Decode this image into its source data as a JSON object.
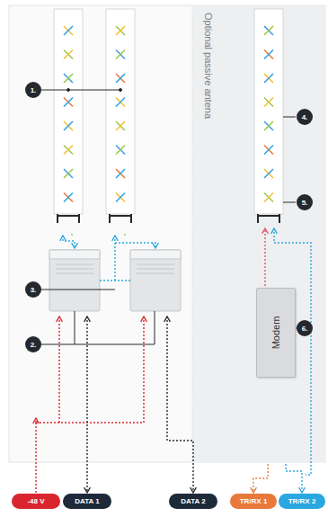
{
  "diagram": {
    "nodes": [
      {
        "text": [
          "Modem"
        ]
      },
      {
        "text": [
          "-48 V"
        ]
      },
      {
        "text": [
          "DATA 1"
        ]
      },
      {
        "text": [
          "DATA 2"
        ]
      },
      {
        "text": [
          "TR/RX 1"
        ]
      },
      {
        "text": [
          "TR/RX 2"
        ]
      }
    ],
    "edges": [
      {
        "from": 0,
        "to": 4,
        "arrow": "to"
      },
      {
        "from": 0,
        "to": 5,
        "arrow": "to"
      }
    ],
    "labels": [
      "Optional passive antena",
      "1.",
      "2.",
      "3.",
      "4.",
      "5.",
      "6."
    ]
  }
}
